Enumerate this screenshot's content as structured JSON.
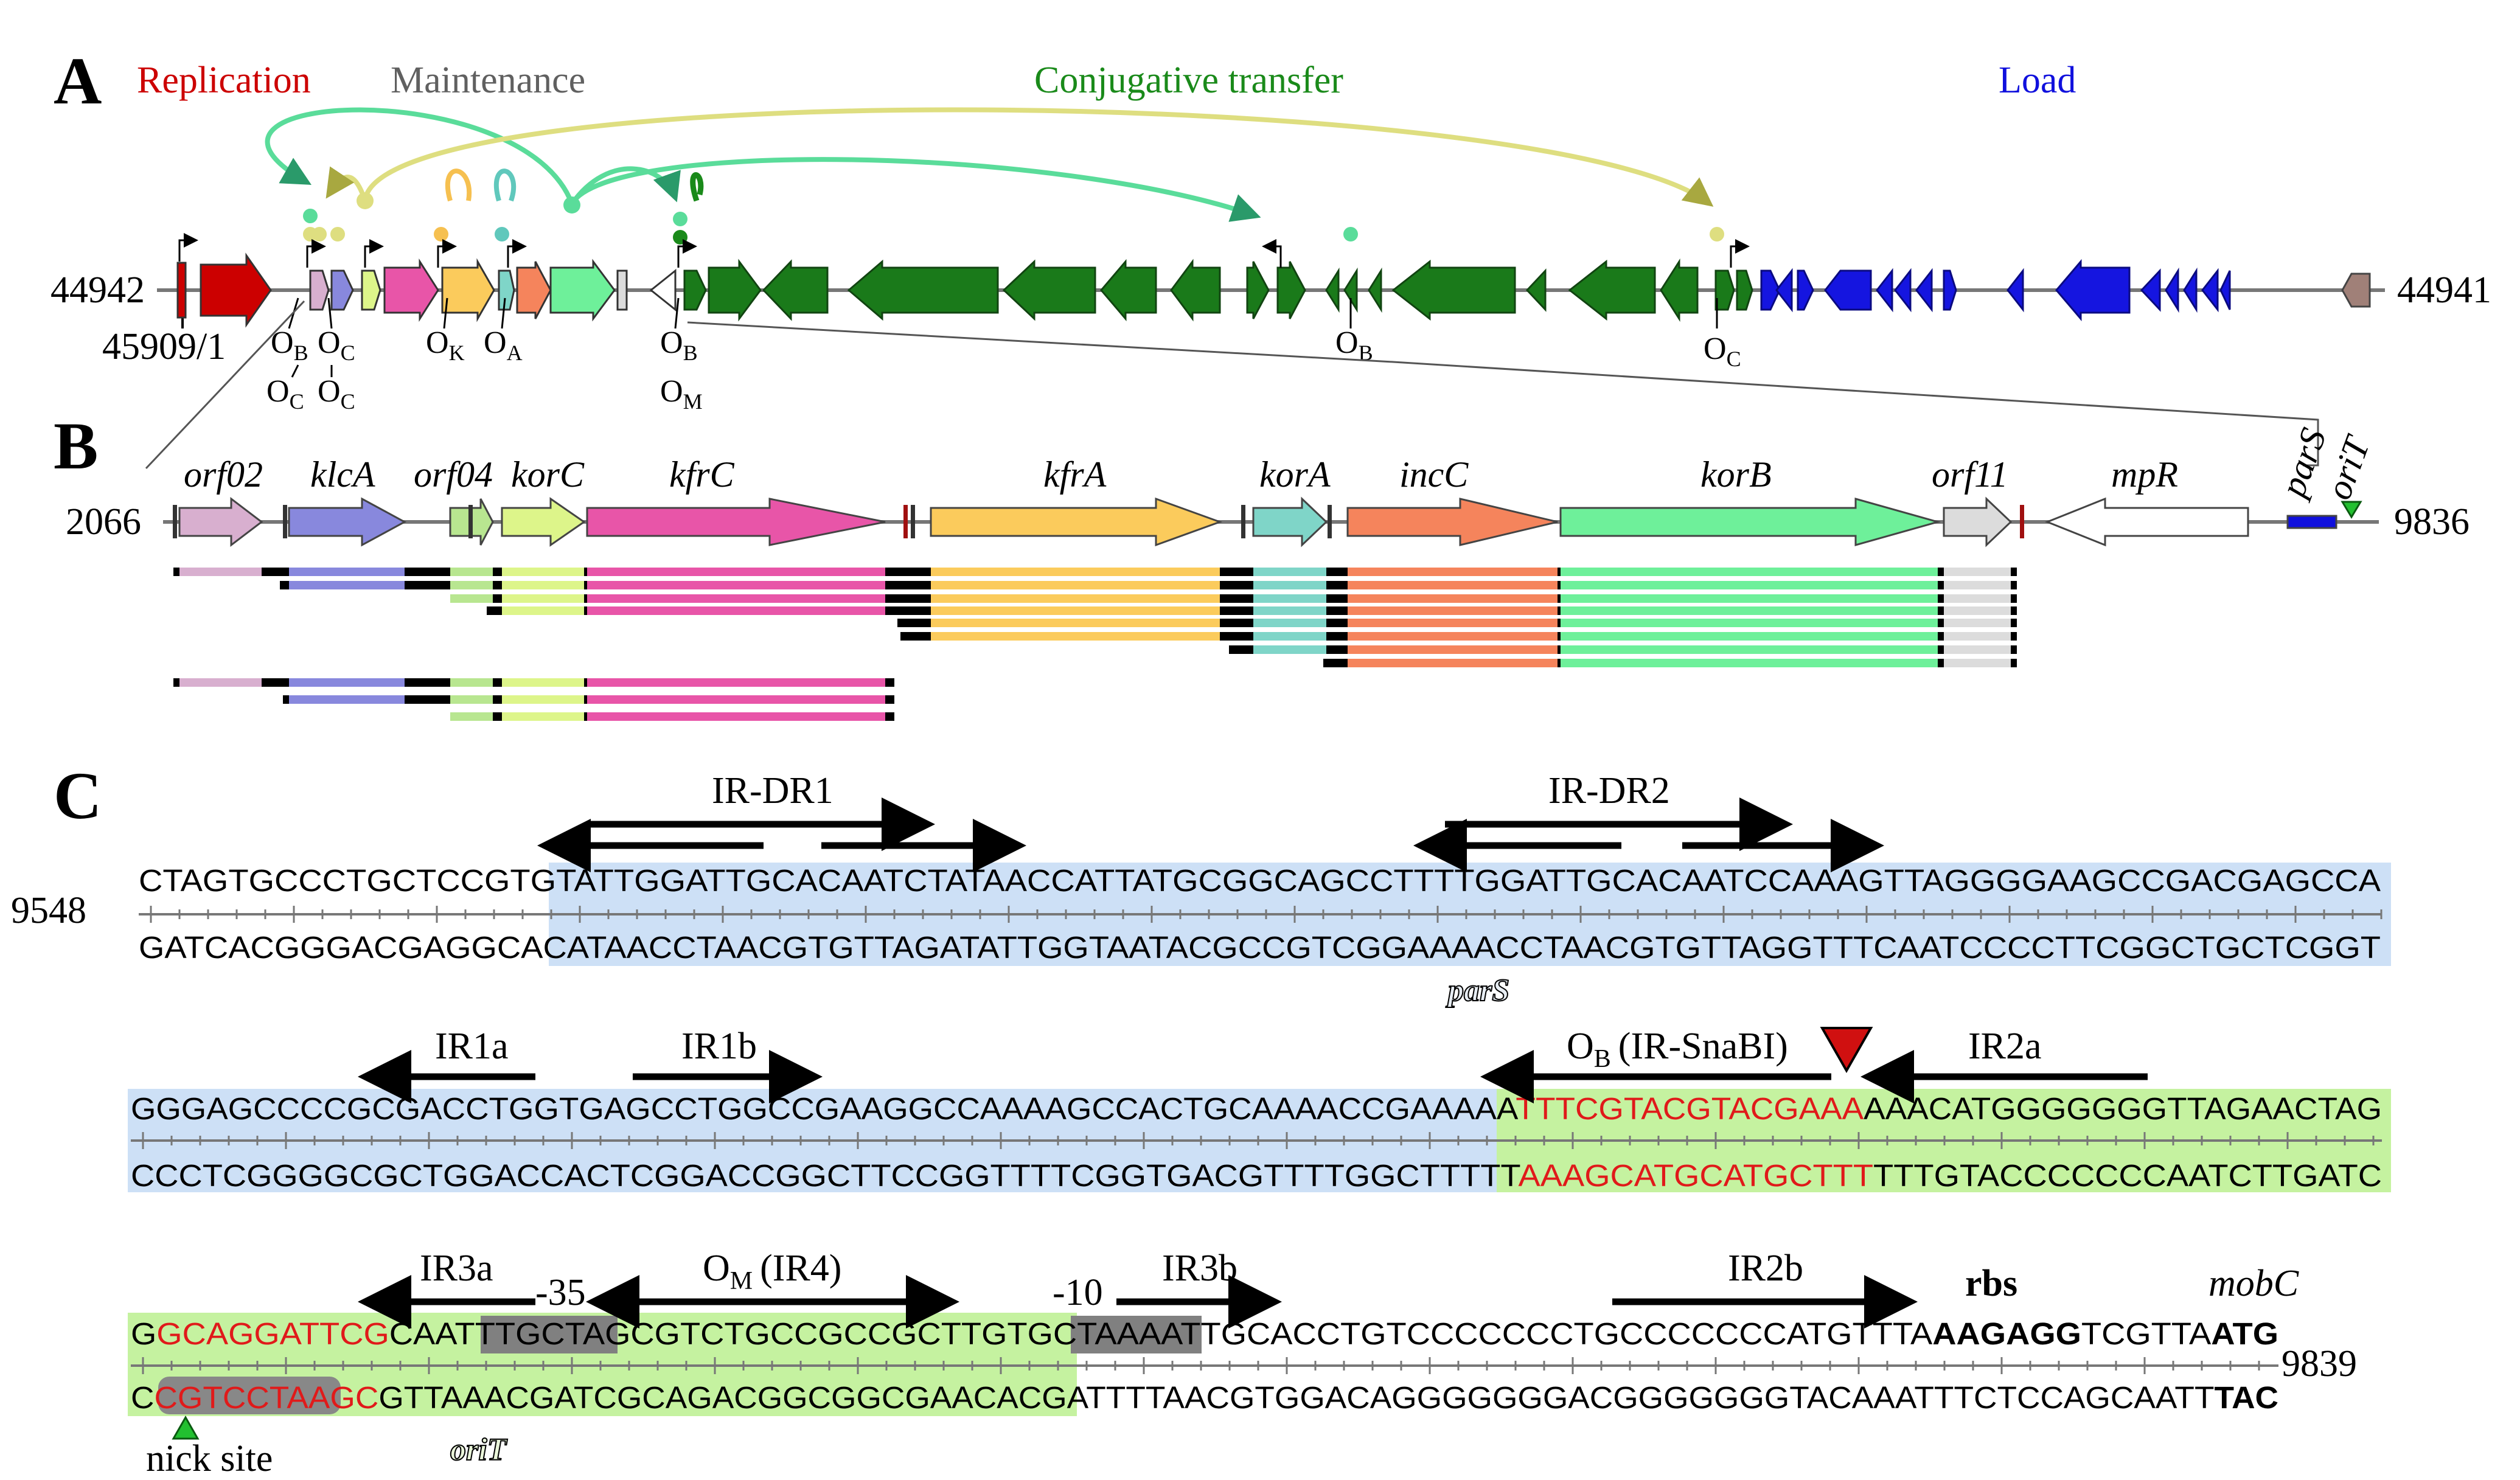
{
  "panels": {
    "a": "A",
    "b": "B",
    "c": "C"
  },
  "categories": [
    {
      "text": "Replication",
      "color": "#cc0000"
    },
    {
      "text": "Maintenance",
      "color": "#606060"
    },
    {
      "text": "Conjugative transfer",
      "color": "#1a8a1a"
    },
    {
      "text": "Load",
      "color": "#1010dd"
    }
  ],
  "panel_a": {
    "start_coord": "44942",
    "end_coord": "44941",
    "junction_label": "45909/1",
    "operators": [
      {
        "main": "O",
        "sub": "B"
      },
      {
        "main": "O",
        "sub": "C"
      },
      {
        "main": "O",
        "sub": "C"
      },
      {
        "main": "O",
        "sub": "C"
      },
      {
        "main": "O",
        "sub": "K"
      },
      {
        "main": "O",
        "sub": "A"
      },
      {
        "main": "O",
        "sub": "B"
      },
      {
        "main": "O",
        "sub": "M"
      },
      {
        "main": "O",
        "sub": "B"
      },
      {
        "main": "O",
        "sub": "C"
      }
    ]
  },
  "panel_b": {
    "start_coord": "2066",
    "end_coord": "9836",
    "genes": [
      "orf02",
      "klcA",
      "orf04",
      "korC",
      "kfrC",
      "kfrA",
      "korA",
      "incC",
      "korB",
      "orf11",
      "mpR",
      "parS",
      "oriT"
    ],
    "gene_colors": {
      "orf02": "#d8afcf",
      "klcA": "#8888dd",
      "orf04": "#b8e690",
      "korC": "#ddf58a",
      "kfrC": "#e855a8",
      "kfrA": "#fbcb5c",
      "korA": "#7fd5c8",
      "incC": "#f5845c",
      "korB": "#6ef09a",
      "orf11": "#dcdcdc",
      "mpR": "#ffffff",
      "parS": "#1010dd"
    }
  },
  "panel_c": {
    "start_coord_1": "9548",
    "end_coord_3": "9839",
    "rows": [
      {
        "top": {
          "pre": "CTAGTGCCCTGCTCCGTG",
          "blue": "TATTGGATTGCACAATCTATAACCATTATGCGGCAGCCTTTTGGATTGCACAATCCAAAGTTAGGGGAAGCCGACGAGCCA"
        },
        "bot": {
          "pre": "GATCACGGGACGAGGCAC",
          "blue": "ATAACCTAACGTGTTAGATATTGGTAATACGCCGTCGGAAAACCTAACGTGTTAGGTTTCAATCCCCTTCGGCTGCTCGGT"
        }
      },
      {
        "top": {
          "blue": "GGGAGCCCCGCGACCTGGTGAGCCTGGCCGAAGGCCAAAAGCCACTGCAAAACCGAAAAA",
          "red": "TTTCGTACGTACGAAA",
          "green": "AAACATGGGGGGGTTAGAACTAG"
        },
        "bot": {
          "blue": "CCCTCGGGGCGCTGGACCACTCGGACCGGCTTCCGGTTTTCGGTGACGTTTTGGCTTTTT",
          "red": "AAAGCATGCATGCTTT",
          "green": "TTTGTACCCCCCCAATCTTGATC"
        }
      },
      {
        "top": {
          "g1": "G",
          "red": "GCAGGATTCG",
          "g2": "CAAT",
          "box35": "TTGCTA",
          "g3": "GCGTCTGCCGCCGCTTGTGC",
          "box10": "TAAAAT",
          "rest": "TGCACCTGTCCCCCCCTGCCCCCCCATGTTTA",
          "rbs": "AAGAGG",
          "mid": "TCGTTA",
          "start": "ATG"
        },
        "bot": {
          "g1": "C",
          "red": "CGTCCTAAGC",
          "green": "GTTAAACGATCGCAGACGGCGGCGAACACG",
          "rest": "ATTTTAACGTGGACAGGGGGGGACGGGGGGGTACAAATTTCTCCAGCAATT",
          "end": "TAC"
        }
      }
    ],
    "labels": {
      "ir_dr1": "IR-DR1",
      "ir_dr2": "IR-DR2",
      "pars": "parS",
      "ir1a": "IR1a",
      "ir1b": "IR1b",
      "ob_main": "O",
      "ob_sub": "B",
      "ob_rest": "(IR-SnaBI)",
      "ir2a": "IR2a",
      "ir3a": "IR3a",
      "m35": "-35",
      "om_main": "O",
      "om_sub": "M",
      "om_rest": "(IR4)",
      "m10": "-10",
      "ir3b": "IR3b",
      "ir2b": "IR2b",
      "rbs": "rbs",
      "mobc": "mobC",
      "nick": "nick site",
      "orit": "oriT"
    }
  }
}
